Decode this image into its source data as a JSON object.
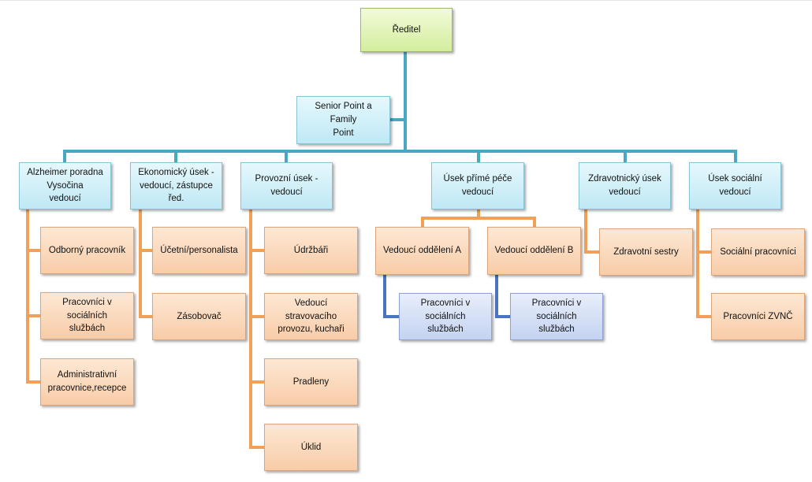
{
  "director": "Ředitel",
  "senior_point": "Senior Point a Family\nPoint",
  "departments": [
    {
      "title": "Alzheimer poradna\nVysočina\nvedoucí",
      "staff": [
        "Odborný  pracovník",
        "Pracovníci v sociálních\nslužbách",
        "Administrativní\npracovnice,recepce"
      ]
    },
    {
      "title": "Ekonomický úsek -\nvedoucí, zástupce řed.",
      "staff": [
        "Účetní/personalista",
        "Zásobovač"
      ]
    },
    {
      "title": "Provozní úsek  -\nvedoucí",
      "staff": [
        "Údržbáři",
        "Vedoucí stravovacího\nprovozu, kuchaři",
        "Pradleny",
        "Úklid"
      ]
    },
    {
      "title": "Úsek  přímé péče\nvedoucí",
      "units": [
        {
          "title": "Vedoucí  oddělení A",
          "staff": "Pracovníci v sociálních\nslužbách"
        },
        {
          "title": "Vedoucí oddělení B",
          "staff": "Pracovníci v sociálních\nslužbách"
        }
      ]
    },
    {
      "title": "Zdravotnický úsek\nvedoucí",
      "staff": [
        "Zdravotní sestry"
      ]
    },
    {
      "title": "Úsek sociální\nvedoucí",
      "staff": [
        "Sociální pracovníci",
        "Pracovníci ZVNČ"
      ]
    }
  ],
  "colors": {
    "connector_teal": "#4aa6c3",
    "connector_orange": "#f0a058",
    "connector_blue": "#4a74c0"
  }
}
